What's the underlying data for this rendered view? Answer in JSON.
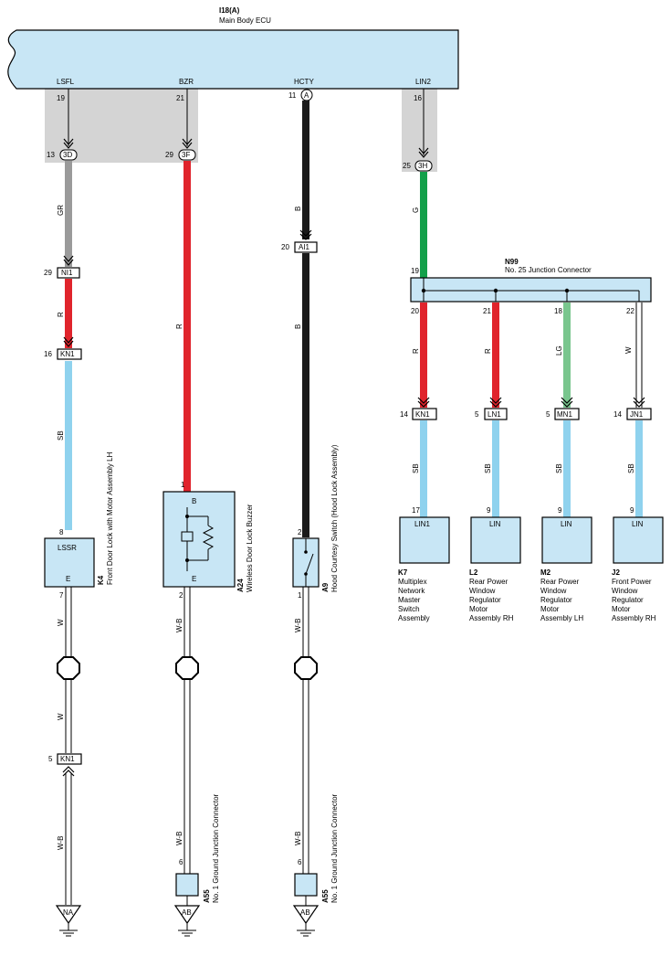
{
  "ecu": {
    "id": "I18(A)",
    "name": "Main Body ECU",
    "terminals": [
      {
        "name": "LSFL",
        "pin": "19"
      },
      {
        "name": "BZR",
        "pin": "21"
      },
      {
        "name": "HCTY",
        "pin": "11",
        "conn": "A"
      },
      {
        "name": "LIN2",
        "pin": "16"
      }
    ]
  },
  "harness_connectors": [
    {
      "pin": "13",
      "code": "3D"
    },
    {
      "pin": "29",
      "code": "3F"
    },
    {
      "pin": "25",
      "code": "3H"
    }
  ],
  "inline_connectors": [
    {
      "pin": "29",
      "code": "NI1"
    },
    {
      "pin": "16",
      "code": "KN1"
    },
    {
      "pin": "20",
      "code": "AI1"
    },
    {
      "pin": "5",
      "code": "KN1"
    }
  ],
  "wire_colors": {
    "c1": [
      "GR",
      "R",
      "SB",
      "W",
      "W",
      "W-B"
    ],
    "c2": [
      "R",
      "W-B",
      "W-B"
    ],
    "c3": [
      "B",
      "B",
      "W-B",
      "W-B"
    ],
    "c4": [
      "G"
    ]
  },
  "junction": {
    "id": "N99",
    "name": "No. 25 Junction Connector",
    "in_pin": "19",
    "outputs": [
      {
        "pin": "20",
        "color": "R",
        "conn_pin": "14",
        "conn": "KN1",
        "dev_pin": "17",
        "term": "LIN1"
      },
      {
        "pin": "21",
        "color": "R",
        "conn_pin": "5",
        "conn": "LN1",
        "dev_pin": "9",
        "term": "LIN"
      },
      {
        "pin": "18",
        "color": "LG",
        "conn_pin": "5",
        "conn": "MN1",
        "dev_pin": "9",
        "term": "LIN"
      },
      {
        "pin": "22",
        "color": "W",
        "conn_pin": "14",
        "conn": "JN1",
        "dev_pin": "9",
        "term": "LIN"
      }
    ],
    "branch_wire": "SB"
  },
  "devices": {
    "k4": {
      "id": "K4",
      "name": "Front Door Lock with Motor Assembly LH",
      "pin_top": "8",
      "term_top": "LSSR",
      "term_bottom": "E",
      "pin_bottom": "7"
    },
    "a24": {
      "id": "A24",
      "name": "Wireless Door Lock Buzzer",
      "pin_top": "1",
      "term_top": "B",
      "term_bottom": "E",
      "pin_bottom": "2"
    },
    "a9": {
      "id": "A9",
      "name": "Hood Courtesy Switch (Hood Lock Assembly)",
      "pin_top": "2",
      "pin_bottom": "1"
    },
    "a55": {
      "id": "A55",
      "name": "No. 1 Ground Junction Connector",
      "pin": "6"
    },
    "k7": {
      "id": "K7",
      "lines": [
        "Multiplex",
        "Network",
        "Master",
        "Switch",
        "Assembly"
      ]
    },
    "l2": {
      "id": "L2",
      "lines": [
        "Rear Power",
        "Window",
        "Regulator",
        "Motor",
        "Assembly RH"
      ]
    },
    "m2": {
      "id": "M2",
      "lines": [
        "Rear Power",
        "Window",
        "Regulator",
        "Motor",
        "Assembly LH"
      ]
    },
    "j2": {
      "id": "J2",
      "lines": [
        "Front Power",
        "Window",
        "Regulator",
        "Motor",
        "Assembly RH"
      ]
    }
  },
  "grounds": [
    "NA",
    "AB",
    "AB"
  ],
  "colors": {
    "ecu_fill": "#c8e6f5",
    "harness_gray": "#d4d4d4",
    "wire_gray": "#9a9a9a",
    "wire_red": "#e0242c",
    "wire_black": "#1a1a1a",
    "wire_green": "#13a04a",
    "wire_lightgreen": "#79c68e",
    "wire_sb": "#8fd2ee"
  }
}
